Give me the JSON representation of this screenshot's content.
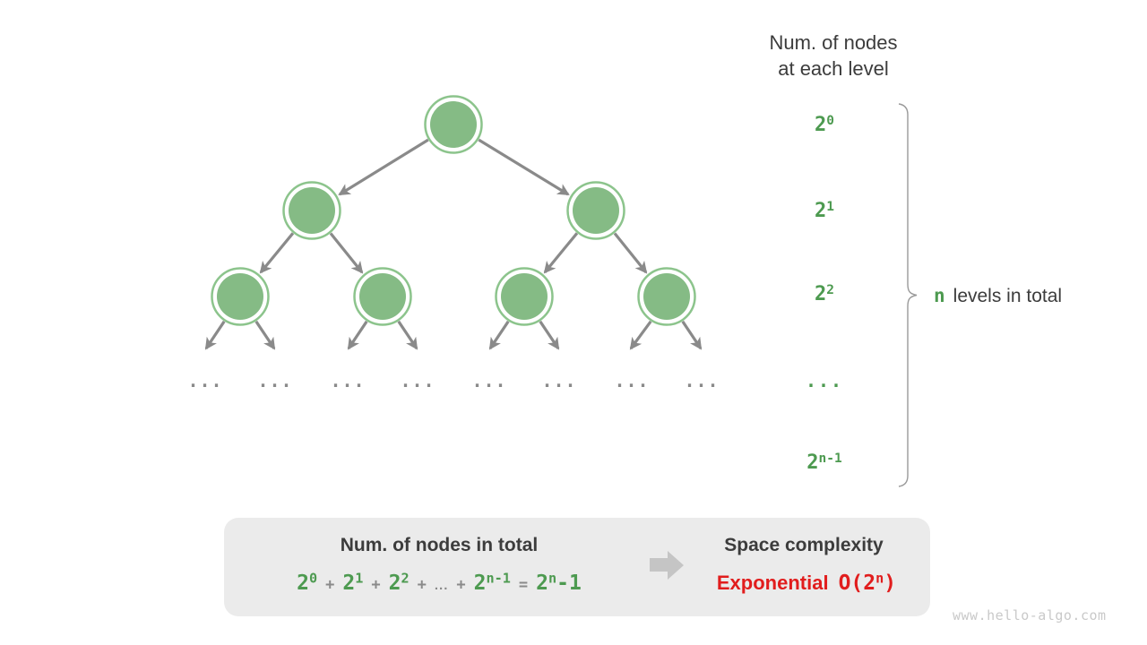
{
  "header": {
    "line1": "Num. of nodes",
    "line2": "at each level"
  },
  "levels": {
    "l0": {
      "base": "2",
      "exp": "0"
    },
    "l1": {
      "base": "2",
      "exp": "1"
    },
    "l2": {
      "base": "2",
      "exp": "2"
    },
    "dots": "...",
    "ln": {
      "base": "2",
      "exp": "n-1"
    }
  },
  "brace_label": {
    "n": "n",
    "text": "levels in total"
  },
  "tree": {
    "ellipsis": "..."
  },
  "box": {
    "left_title": "Num. of nodes in total",
    "formula": {
      "t0": {
        "base": "2",
        "exp": "0"
      },
      "plus": "+",
      "t1": {
        "base": "2",
        "exp": "1"
      },
      "t2": {
        "base": "2",
        "exp": "2"
      },
      "dots": "...",
      "tn": {
        "base": "2",
        "exp": "n-1"
      },
      "equals": "=",
      "result": {
        "base": "2",
        "exp": "n",
        "tail": "-1"
      }
    },
    "right_title": "Space complexity",
    "complexity": {
      "word": "Exponential",
      "o_prefix": "O(2",
      "exp": "n",
      "suffix": ")"
    }
  },
  "watermark": "www.hello-algo.com",
  "colors": {
    "green_text": "#4d9a50",
    "node_fill": "#85bb85",
    "node_ring": "#8cc48c",
    "arrow_gray": "#8a8a8a",
    "red": "#e11d1d",
    "box_bg": "#ebebeb",
    "flow_arrow": "#c5c5c5",
    "text_dark": "#3c3c3c",
    "watermark_gray": "#c9c9c9",
    "brace_gray": "#999999"
  }
}
